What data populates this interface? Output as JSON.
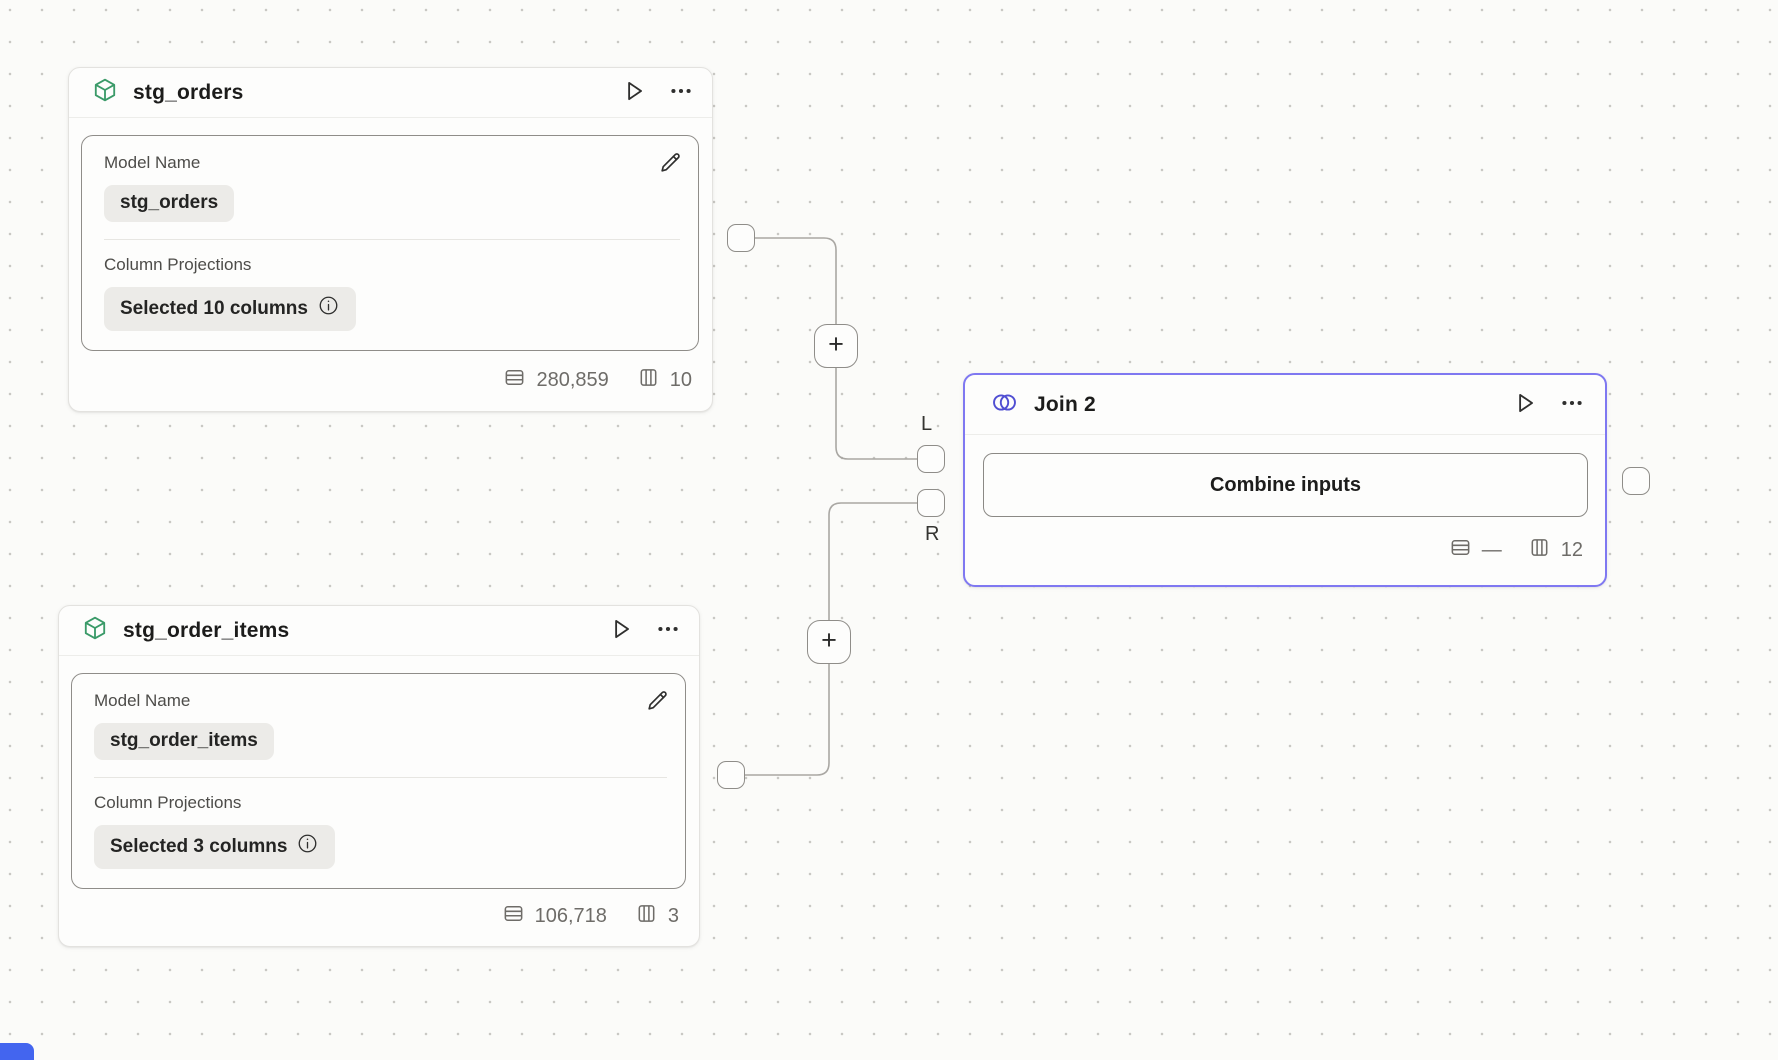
{
  "canvas": {
    "accent_color": "#7f78f1",
    "model_icon_color": "#3a9a68",
    "join_icon_color": "#504ed2",
    "add_button_label": "+",
    "port_labels": {
      "left": "L",
      "right": "R"
    }
  },
  "models": [
    {
      "title": "stg_orders",
      "icon": "cube-icon",
      "fields": {
        "model_name_label": "Model Name",
        "model_name_value": "stg_orders",
        "projections_label": "Column Projections",
        "projections_value": "Selected 10 columns"
      },
      "stats": {
        "rows": "280,859",
        "columns": "10"
      }
    },
    {
      "title": "stg_order_items",
      "icon": "cube-icon",
      "fields": {
        "model_name_label": "Model Name",
        "model_name_value": "stg_order_items",
        "projections_label": "Column Projections",
        "projections_value": "Selected 3 columns"
      },
      "stats": {
        "rows": "106,718",
        "columns": "3"
      }
    }
  ],
  "join": {
    "title": "Join 2",
    "icon": "join-icon",
    "button_label": "Combine inputs",
    "stats": {
      "rows": "—",
      "columns": "12"
    }
  }
}
